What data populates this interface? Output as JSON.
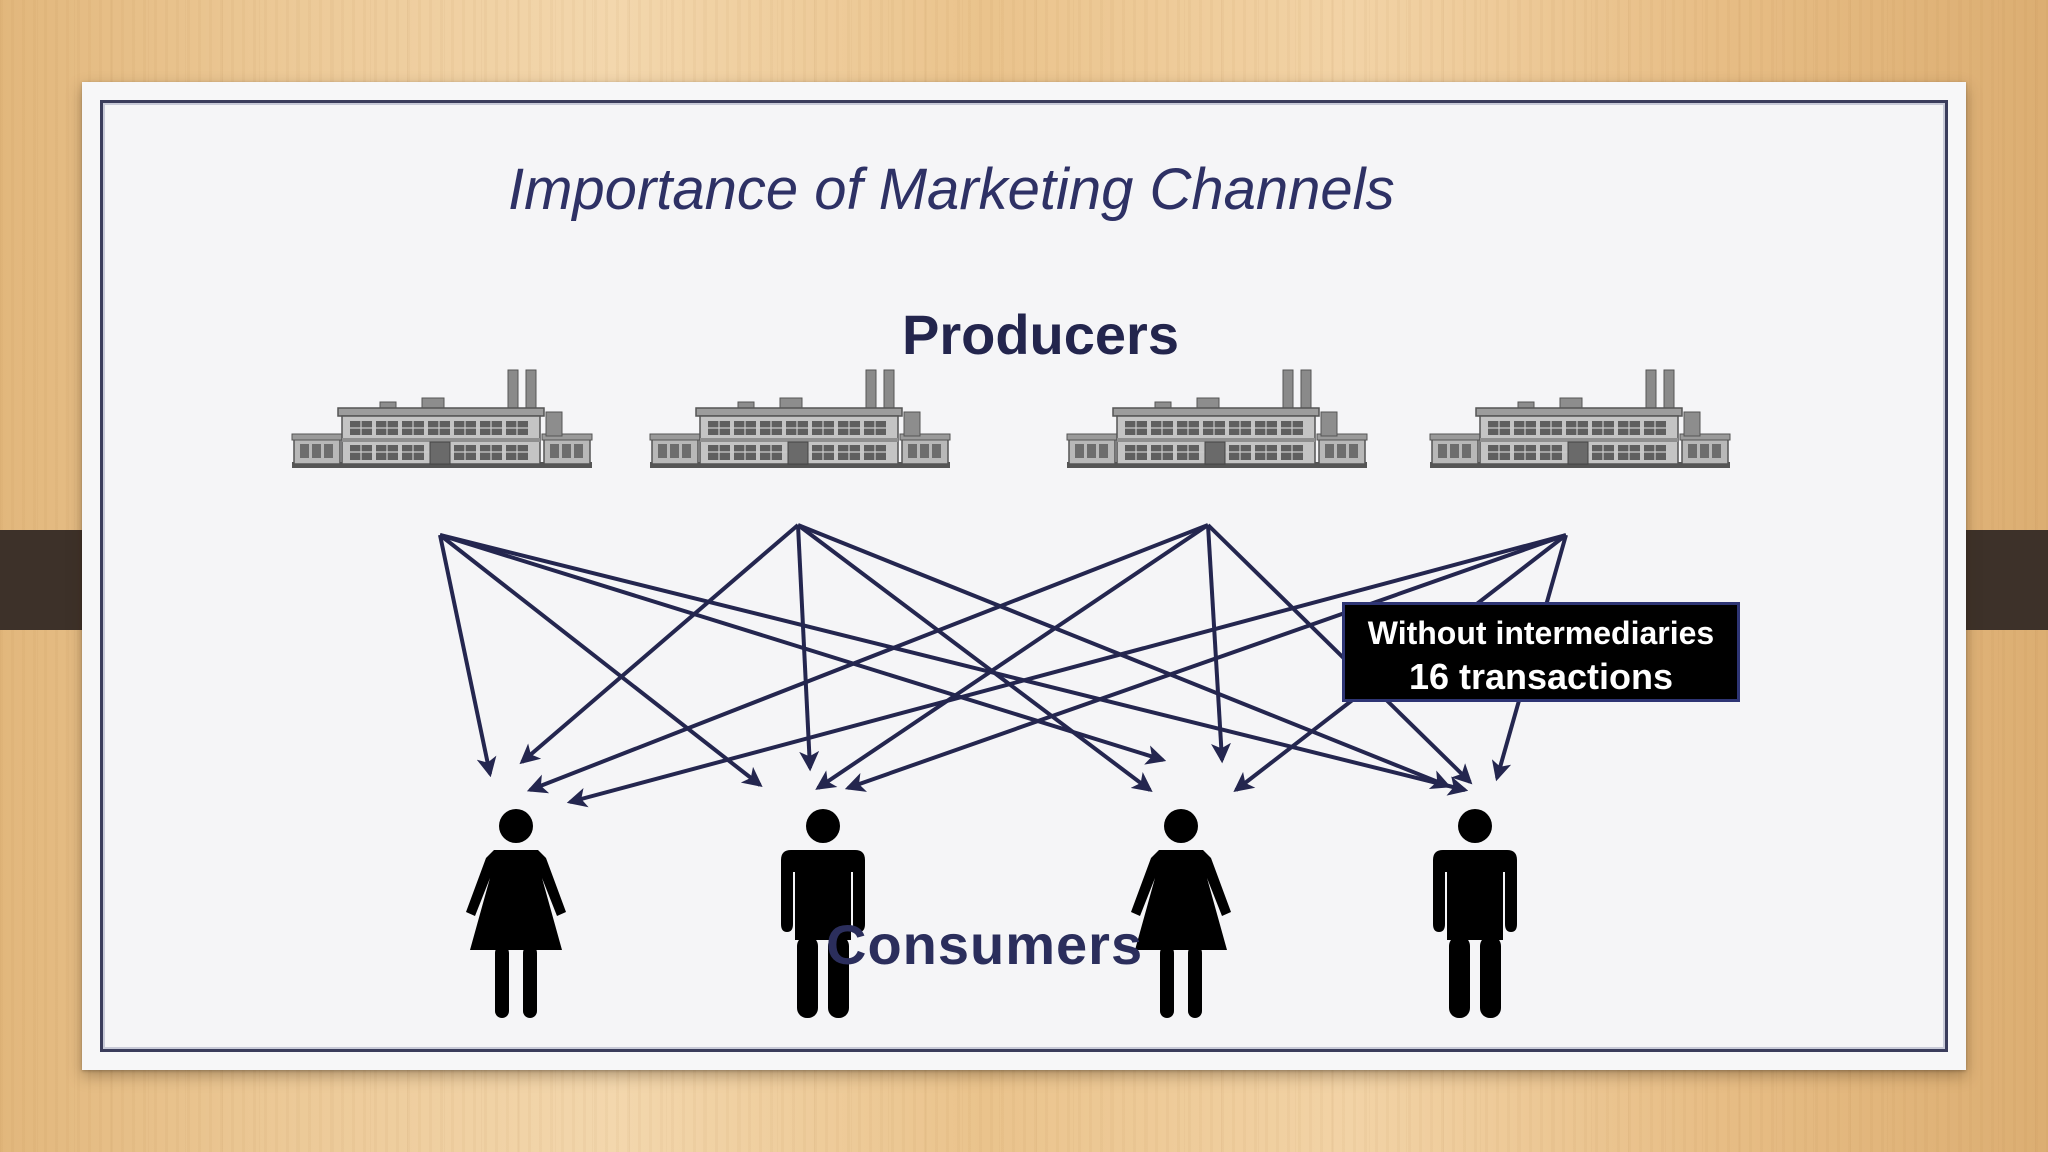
{
  "slide": {
    "title": "Importance of Marketing Channels"
  },
  "diagram": {
    "producers_label": "Producers",
    "consumers_label": "Consumers",
    "callout": {
      "line1": "Without intermediaries",
      "line2": "16 transactions"
    },
    "producers": [
      {
        "id": "producer-1",
        "icon": "factory-icon"
      },
      {
        "id": "producer-2",
        "icon": "factory-icon"
      },
      {
        "id": "producer-3",
        "icon": "factory-icon"
      },
      {
        "id": "producer-4",
        "icon": "factory-icon"
      }
    ],
    "consumers": [
      {
        "id": "consumer-1",
        "icon": "woman-icon"
      },
      {
        "id": "consumer-2",
        "icon": "man-icon"
      },
      {
        "id": "consumer-3",
        "icon": "woman-icon"
      },
      {
        "id": "consumer-4",
        "icon": "man-icon"
      }
    ],
    "transaction_count": 16,
    "colors": {
      "arrow": "#24264f",
      "title": "#2e3165",
      "callout_bg": "#000000",
      "callout_border": "#2e3574"
    }
  }
}
